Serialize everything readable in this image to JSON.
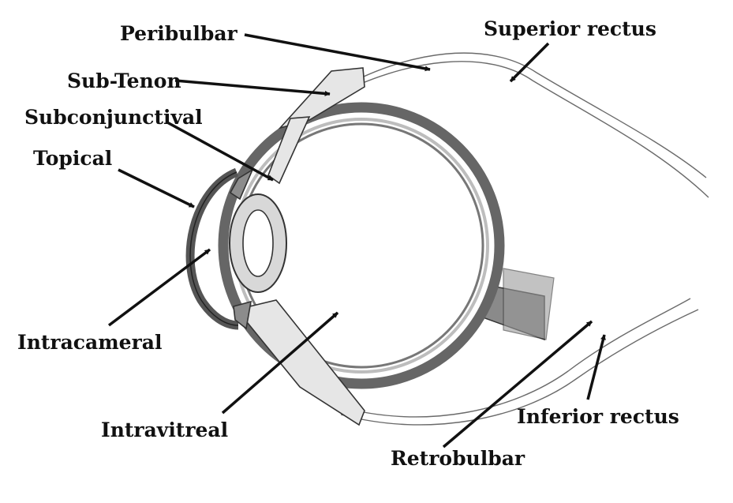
{
  "labels": {
    "peribulbar": "Peribulbar",
    "superior_rectus": "Superior rectus",
    "sub_tenon": "Sub-Tenon",
    "subconjunctival": "Subconjunctival",
    "topical": "Topical",
    "intracameral": "Intracameral",
    "intravitreal": "Intravitreal",
    "inferior_rectus": "Inferior rectus",
    "retrobulbar": "Retrobulbar"
  },
  "colors": {
    "sclera": "#6f6f6f",
    "muscle_fill": "#e4e4e4",
    "lens_fill": "#dadada",
    "line": "#111111"
  }
}
